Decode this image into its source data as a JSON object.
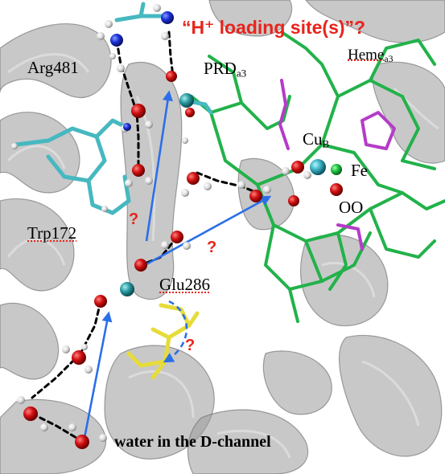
{
  "heading": "“H⁺ loading site(s)”?",
  "labels": {
    "arg": "Arg481",
    "prd": "PRD",
    "prd_sub": "a3",
    "heme": "Heme",
    "heme_sub": "a3",
    "cu": "Cu",
    "cu_sub": "B",
    "fe": "Fe",
    "oo": "OO",
    "trp": "Trp172",
    "glu": "Glu286",
    "water": "water in the D-channel"
  },
  "question_mark": "?",
  "colors": {
    "accent_red": "#e8231b",
    "arrow_blue": "#2b6fe8",
    "heme_green": "#22b24a",
    "heme_magenta": "#b43cc8",
    "carbon_cyan": "#46b8c0",
    "oxygen_red": "#d01010",
    "nitrogen_blue": "#1a2fd8",
    "glu_yellow": "#e6dc3a",
    "ribbon_gray": "#8a8a8a"
  }
}
